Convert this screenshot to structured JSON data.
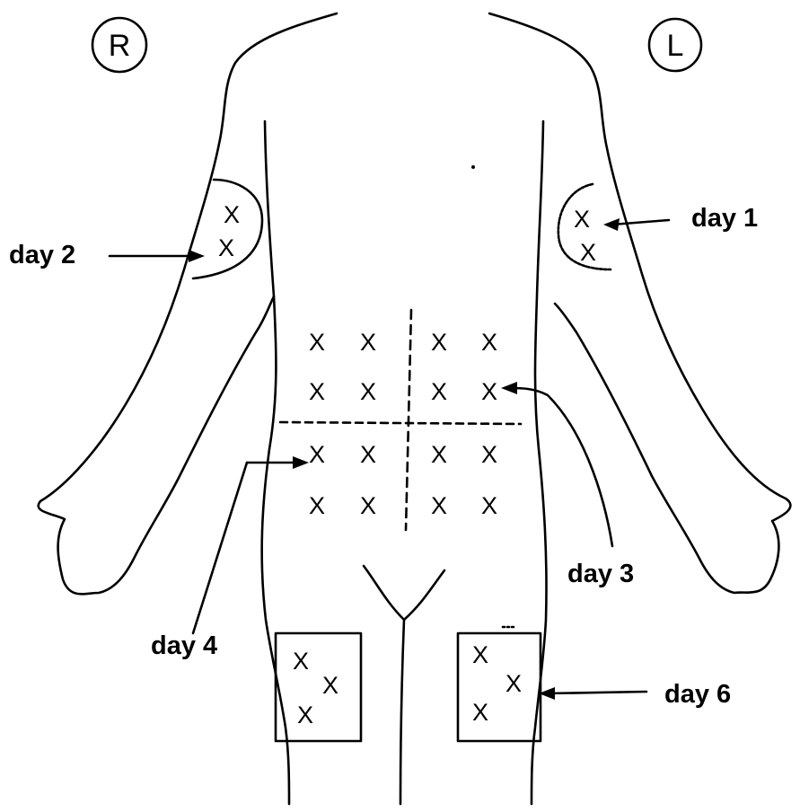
{
  "markers": {
    "right": "R",
    "left": "L"
  },
  "labels": {
    "day1": "day 1",
    "day2": "day 2",
    "day3": "day 3",
    "day4": "day 4",
    "day5": "day 6"
  },
  "site_mark": "X",
  "colors": {
    "ink": "#000000",
    "background": "#ffffff"
  }
}
